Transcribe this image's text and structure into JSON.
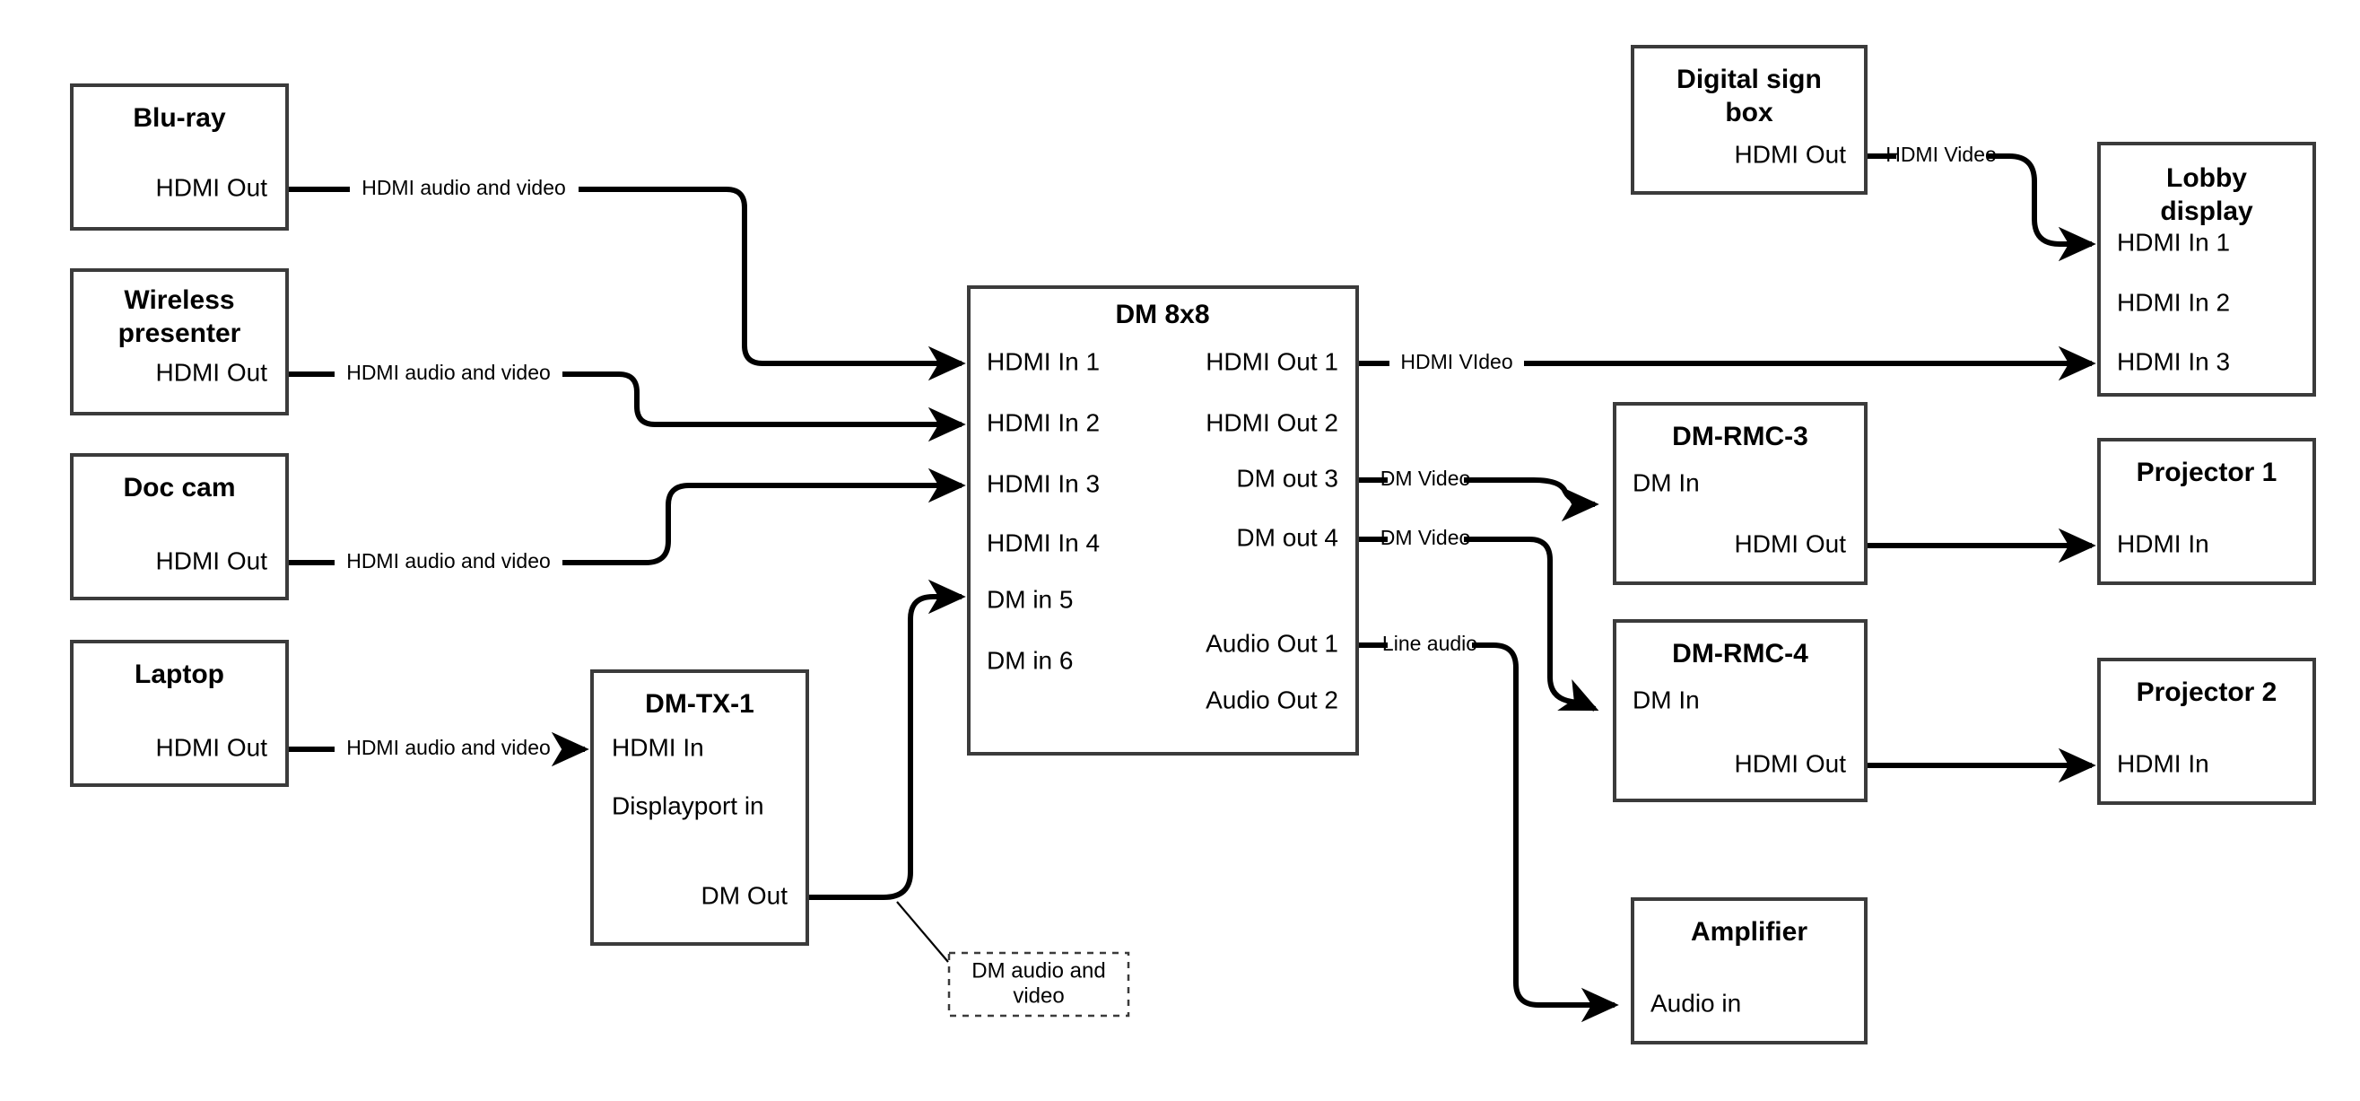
{
  "diagram": {
    "title": "AV signal flow diagram",
    "background_color": "#ffffff",
    "line_color": "#000000",
    "box_border_color": "#3b3b3b"
  },
  "nodes": {
    "bluray": {
      "title": "Blu-ray",
      "ports": {
        "out1": "HDMI Out"
      }
    },
    "wireless": {
      "title": "Wireless presenter",
      "title_line1": "Wireless",
      "title_line2": "presenter",
      "ports": {
        "out1": "HDMI Out"
      }
    },
    "doccam": {
      "title": "Doc cam",
      "ports": {
        "out1": "HDMI Out"
      }
    },
    "laptop": {
      "title": "Laptop",
      "ports": {
        "out1": "HDMI Out"
      }
    },
    "dmtx1": {
      "title": "DM-TX-1",
      "ports": {
        "in1": "HDMI In",
        "in2": "Displayport in",
        "out1": "DM Out"
      }
    },
    "dm8x8": {
      "title": "DM 8x8",
      "inputs": [
        "HDMI In 1",
        "HDMI In 2",
        "HDMI In 3",
        "HDMI In 4",
        "DM in 5",
        "DM in 6"
      ],
      "outputs": [
        "HDMI Out 1",
        "HDMI Out 2",
        "DM out 3",
        "DM out 4",
        "Audio Out 1",
        "Audio Out 2"
      ]
    },
    "digitalsign": {
      "title": "Digital sign box",
      "title_line1": "Digital sign",
      "title_line2": "box",
      "ports": {
        "out1": "HDMI Out"
      }
    },
    "lobby": {
      "title": "Lobby display",
      "title_line1": "Lobby",
      "title_line2": "display",
      "inputs": [
        "HDMI In 1",
        "HDMI In 2",
        "HDMI In 3"
      ]
    },
    "dmrmc3": {
      "title": "DM-RMC-3",
      "ports": {
        "in1": "DM In",
        "out1": "HDMI Out"
      }
    },
    "dmrmc4": {
      "title": "DM-RMC-4",
      "ports": {
        "in1": "DM In",
        "out1": "HDMI Out"
      }
    },
    "projector1": {
      "title": "Projector 1",
      "ports": {
        "in1": "HDMI In"
      }
    },
    "projector2": {
      "title": "Projector 2",
      "ports": {
        "in1": "HDMI In"
      }
    },
    "amplifier": {
      "title": "Amplifier",
      "ports": {
        "in1": "Audio in"
      }
    }
  },
  "edges": {
    "bluray_to_dm": {
      "label": "HDMI audio and video"
    },
    "wireless_to_dm": {
      "label": "HDMI audio and video"
    },
    "doccam_to_dm": {
      "label": "HDMI audio and video"
    },
    "laptop_to_dmtx1": {
      "label": "HDMI audio and video"
    },
    "dmtx1_to_dm": {
      "label": ""
    },
    "dm_hdmiout1_lobby": {
      "label": "HDMI VIdeo"
    },
    "dm_dmout3_rmc3": {
      "label": "DM Video"
    },
    "dm_dmout4_rmc4": {
      "label": "DM Video"
    },
    "dm_audio1_amp": {
      "label": "Line audio"
    },
    "sign_to_lobby": {
      "label": "HDMI Video"
    },
    "rmc3_to_proj1": {
      "label": ""
    },
    "rmc4_to_proj2": {
      "label": ""
    }
  },
  "notes": {
    "dm_audio_video": {
      "line1": "DM audio and",
      "line2": "video"
    }
  }
}
